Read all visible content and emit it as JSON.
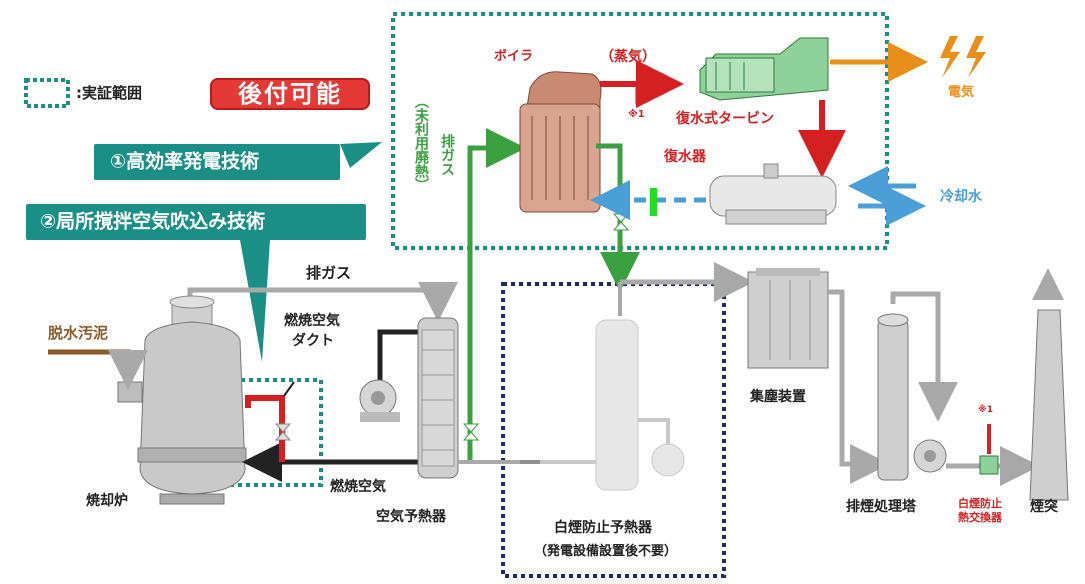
{
  "legend": {
    "label": ":実証範囲",
    "badge": "後付可能"
  },
  "callouts": {
    "tech1": "①高効率発電技術",
    "tech2": "②局所撹拌空気吹込み技術"
  },
  "labels": {
    "boiler": "ボイラ",
    "steam": "（蒸気）",
    "turbine": "復水式タービン",
    "condenser": "復水器",
    "electricity": "電気",
    "cooling_water": "冷却水",
    "ref_mark_1": "※1",
    "ref_mark_2": "※1",
    "unused_exhaust_v": "（未利用廃熱）",
    "exhaust_gas_v": "排ガス",
    "exhaust_gas": "排ガス",
    "dewatered_sludge": "脱水汚泥",
    "combustion_duct_1": "燃焼空気",
    "combustion_duct_2": "ダクト",
    "combustion_air": "燃焼空気",
    "incinerator": "焼却炉",
    "air_preheater": "空気予熱器",
    "white_smoke_preheater": "白煙防止予熱器",
    "white_smoke_note": "（発電設備設置後不要）",
    "dust_collector": "集塵装置",
    "scrubber": "排煙処理塔",
    "white_smoke_exchanger_1": "白煙防止",
    "white_smoke_exchanger_2": "熱交換器",
    "chimney": "煙突"
  },
  "colors": {
    "teal": "#1a8f86",
    "red": "#d42020",
    "green": "#3aa040",
    "blue": "#4a9fd6",
    "navy": "#1e2a6e",
    "orange": "#e8901a",
    "grey": "#a9a9a9"
  }
}
